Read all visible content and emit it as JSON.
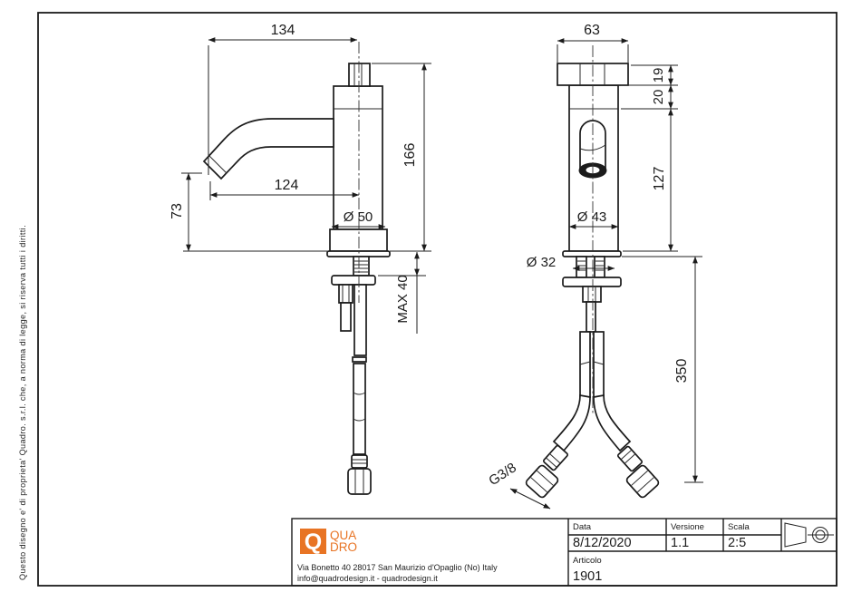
{
  "colors": {
    "accent": "#E87424",
    "line": "#1B1B1B"
  },
  "disclaimer": "Questo disegno e' di proprieta' Quadro. s.r.l. che, a norma di legge, si riserva tutti i diritti.",
  "side_view": {
    "dim_width": "134",
    "dim_reach": "124",
    "dim_spout_height": "73",
    "dim_body_dia": "Ø 50",
    "dim_total_height": "166",
    "dim_max_counter": "MAX 40"
  },
  "front_view": {
    "dim_knob_width": "63",
    "dim_knob_height": "19",
    "dim_neck": "20",
    "dim_body_height": "127",
    "dim_body_dia": "Ø 43",
    "dim_base_dia": "Ø 32",
    "dim_hose_length": "350",
    "dim_thread": "G3/8"
  },
  "title_block": {
    "logo_q": "Q",
    "logo_top": "QUA",
    "logo_bottom": "DRO",
    "address": "Via Bonetto 40  28017 San Maurizio d'Opaglio (No) Italy",
    "contacts": "info@quadrodesign.it  -  quadrodesign.it",
    "date_label": "Data",
    "date_value": "8/12/2020",
    "version_label": "Versione",
    "version_value": "1.1",
    "scale_label": "Scala",
    "scale_value": "2:5",
    "article_label": "Articolo",
    "article_value": "1901"
  }
}
